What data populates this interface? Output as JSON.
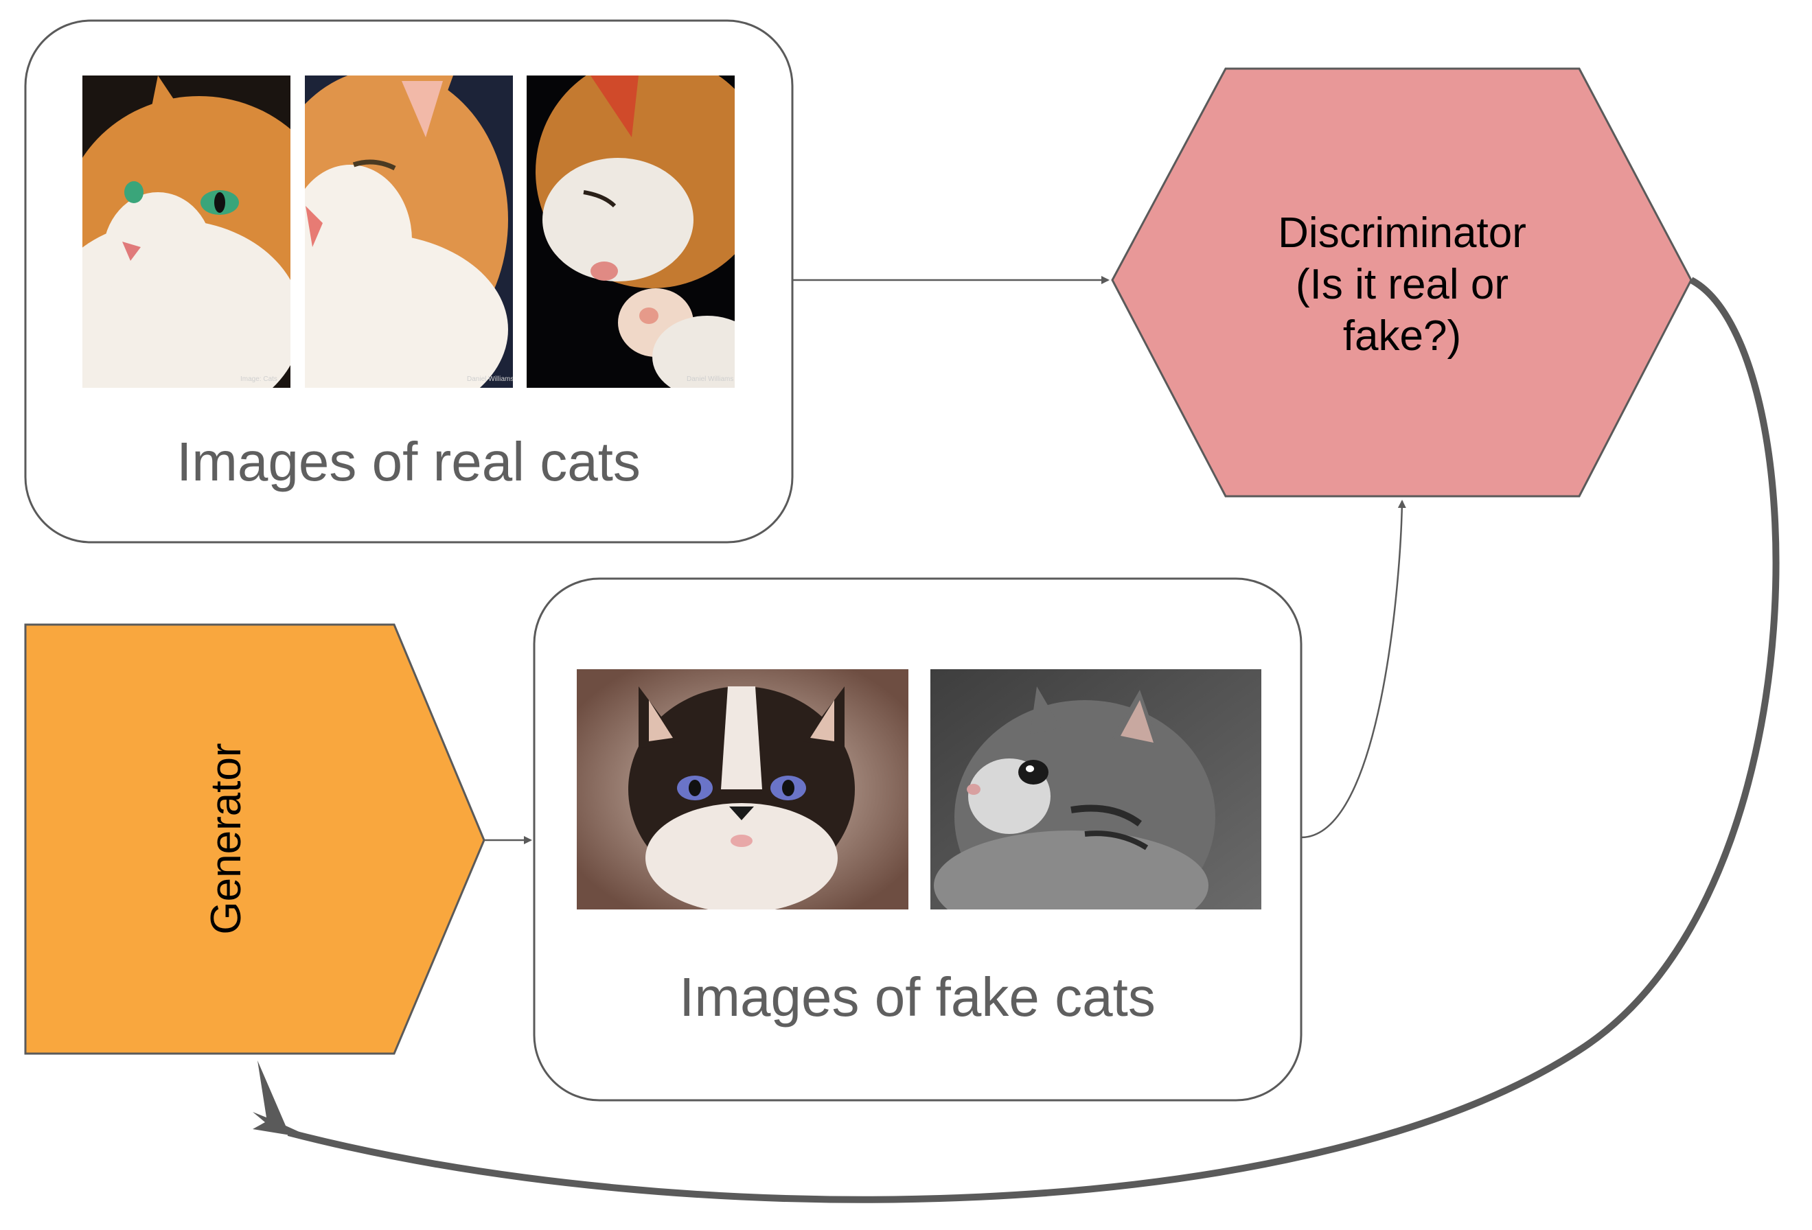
{
  "real_panel": {
    "caption": "Images of real cats",
    "photos": [
      {
        "name": "real-cat-photo-1",
        "credit": "",
        "palette": {
          "bg": "#1a1410",
          "fur": "#d98a3a",
          "white": "#f4efe8",
          "eye": "#3aa57a",
          "nose": "#e07a7a"
        }
      },
      {
        "name": "real-cat-photo-2",
        "credit": "",
        "palette": {
          "bg": "#1c2338",
          "fur": "#e0944a",
          "white": "#f6f1ea",
          "eye": "#4a3a22",
          "nose": "#e77b74"
        }
      },
      {
        "name": "real-cat-photo-3",
        "credit": "",
        "palette": {
          "bg": "#050507",
          "fur": "#c47a30",
          "white": "#eee9e2",
          "eye": "#2a2018",
          "nose": "#e08a84"
        }
      }
    ]
  },
  "fake_panel": {
    "caption": "Images of fake cats",
    "photos": [
      {
        "name": "fake-cat-photo-1",
        "palette": {
          "bg": "#7a5a4c",
          "fur": "#2a1f1a",
          "white": "#f0e8e2",
          "eye": "#6a74c8"
        }
      },
      {
        "name": "fake-cat-photo-2",
        "palette": {
          "bg": "#4e4e4e",
          "fur": "#6d6d6d",
          "white": "#d8d8d8",
          "eye": "#1a1a1a"
        }
      }
    ]
  },
  "discriminator": {
    "line1": "Discriminator",
    "line2": "(Is it real or",
    "line3": "fake?)",
    "fill": "#e89898"
  },
  "generator": {
    "label": "Generator",
    "fill": "#f9a73e"
  },
  "colors": {
    "stroke": "#5a5a5a",
    "arrow": "#5a5a5a",
    "panel_border": "#5a5a5a"
  }
}
